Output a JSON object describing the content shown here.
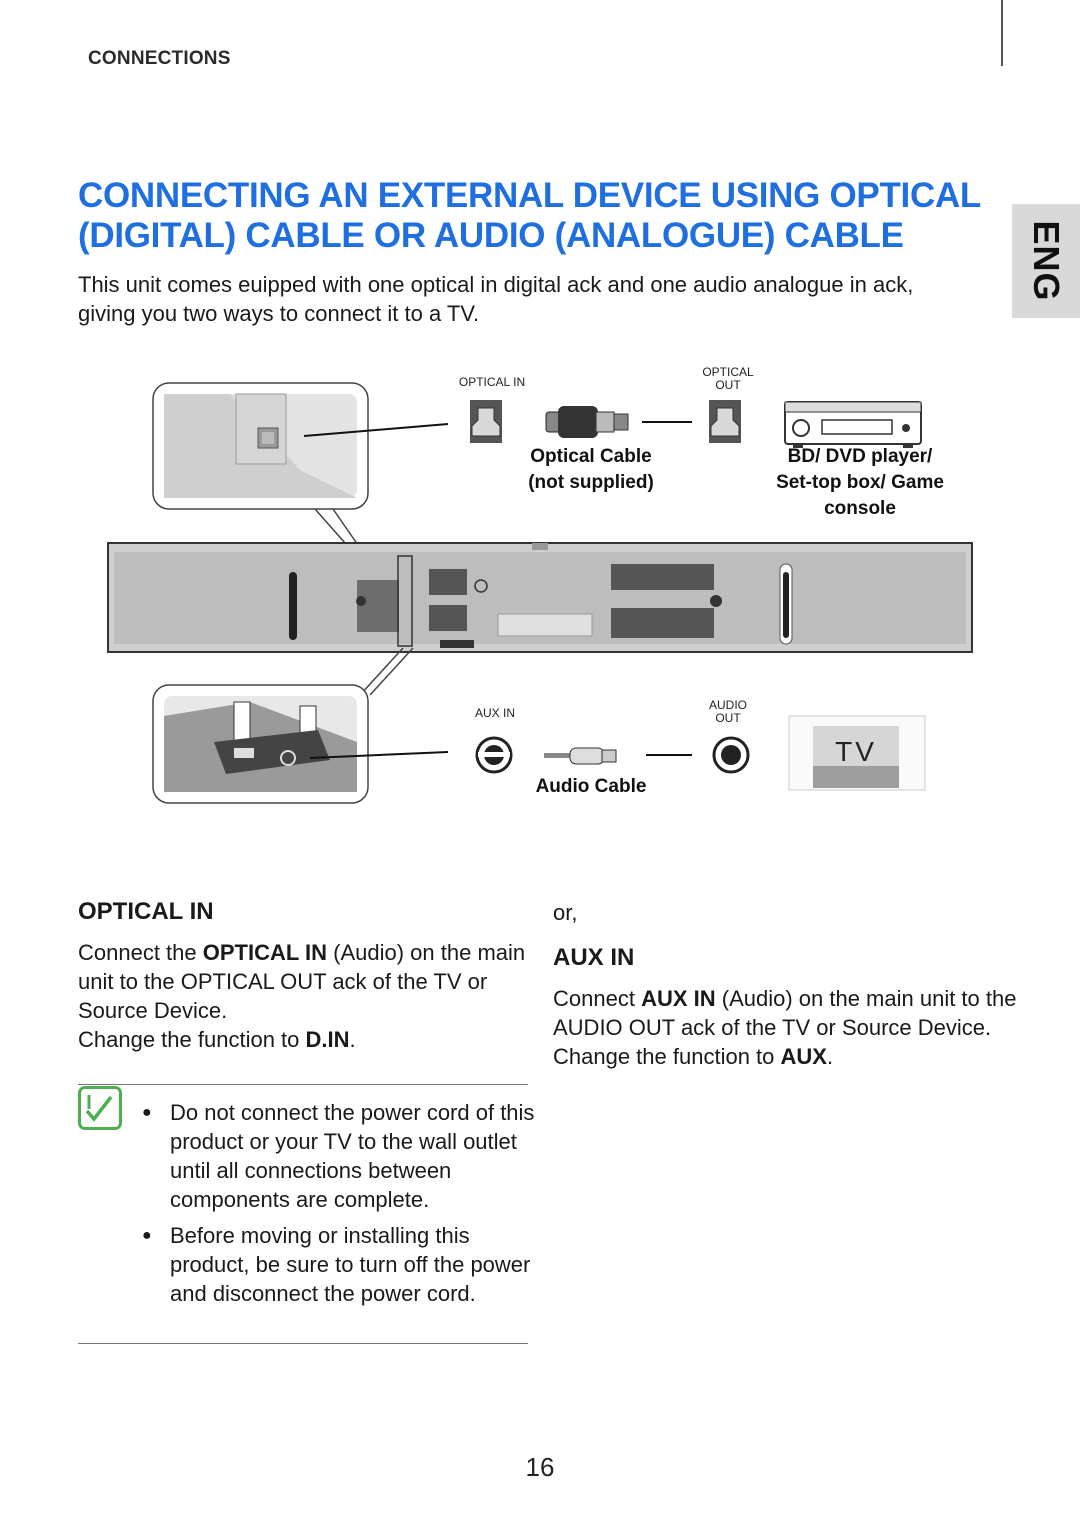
{
  "header": {
    "section": "CONNECTIONS"
  },
  "side_tab": {
    "language": "ENG"
  },
  "title": {
    "line1": "CONNECTING AN EXTERNAL DEVICE USING OPTICAL",
    "line2": "(DIGITAL) CABLE OR AUDIO (ANALOGUE) CABLE"
  },
  "intro": {
    "line1": "This unit comes euipped with one optical in digital ack and one audio analogue in ack,",
    "line2": "giving you two ways to connect it to a TV."
  },
  "diagram": {
    "optical_in_port": "OPTICAL IN",
    "optical_out_port_1": "OPTICAL",
    "optical_out_port_2": "OUT",
    "optical_cable_1": "Optical Cable",
    "optical_cable_2": "(not supplied)",
    "source_device_1": "BD/ DVD player/",
    "source_device_2": "Set-top box/ Game",
    "source_device_3": "console",
    "aux_in_port": "AUX IN",
    "audio_out_port_1": "AUDIO",
    "audio_out_port_2": "OUT",
    "audio_cable": "Audio Cable",
    "tv_label": "TV"
  },
  "optical_section": {
    "heading": "OPTICAL IN",
    "p1_pre": "Connect the ",
    "p1_bold": "OPTICAL IN",
    "p1_post": " (Audio) on the main unit to the OPTICAL OUT ack of the TV or Source Device.",
    "p2_pre": "Change the function to ",
    "p2_bold": "D.IN",
    "p2_post": "."
  },
  "aux_section": {
    "or": "or,",
    "heading": "AUX IN",
    "p1_pre": "Connect ",
    "p1_bold": "AUX IN",
    "p1_post": " (Audio) on the main unit to the AUDIO OUT ack of the TV or Source Device.",
    "p2_pre": "Change the function to ",
    "p2_bold": "AUX",
    "p2_post": "."
  },
  "notes": {
    "bullet": "●",
    "items": [
      "Do not connect the power cord of this product or your TV to the wall outlet until all connections between components are complete.",
      "Before moving or installing this product, be sure to turn off the power and disconnect the power cord."
    ]
  },
  "footer": {
    "page_number": "16"
  }
}
